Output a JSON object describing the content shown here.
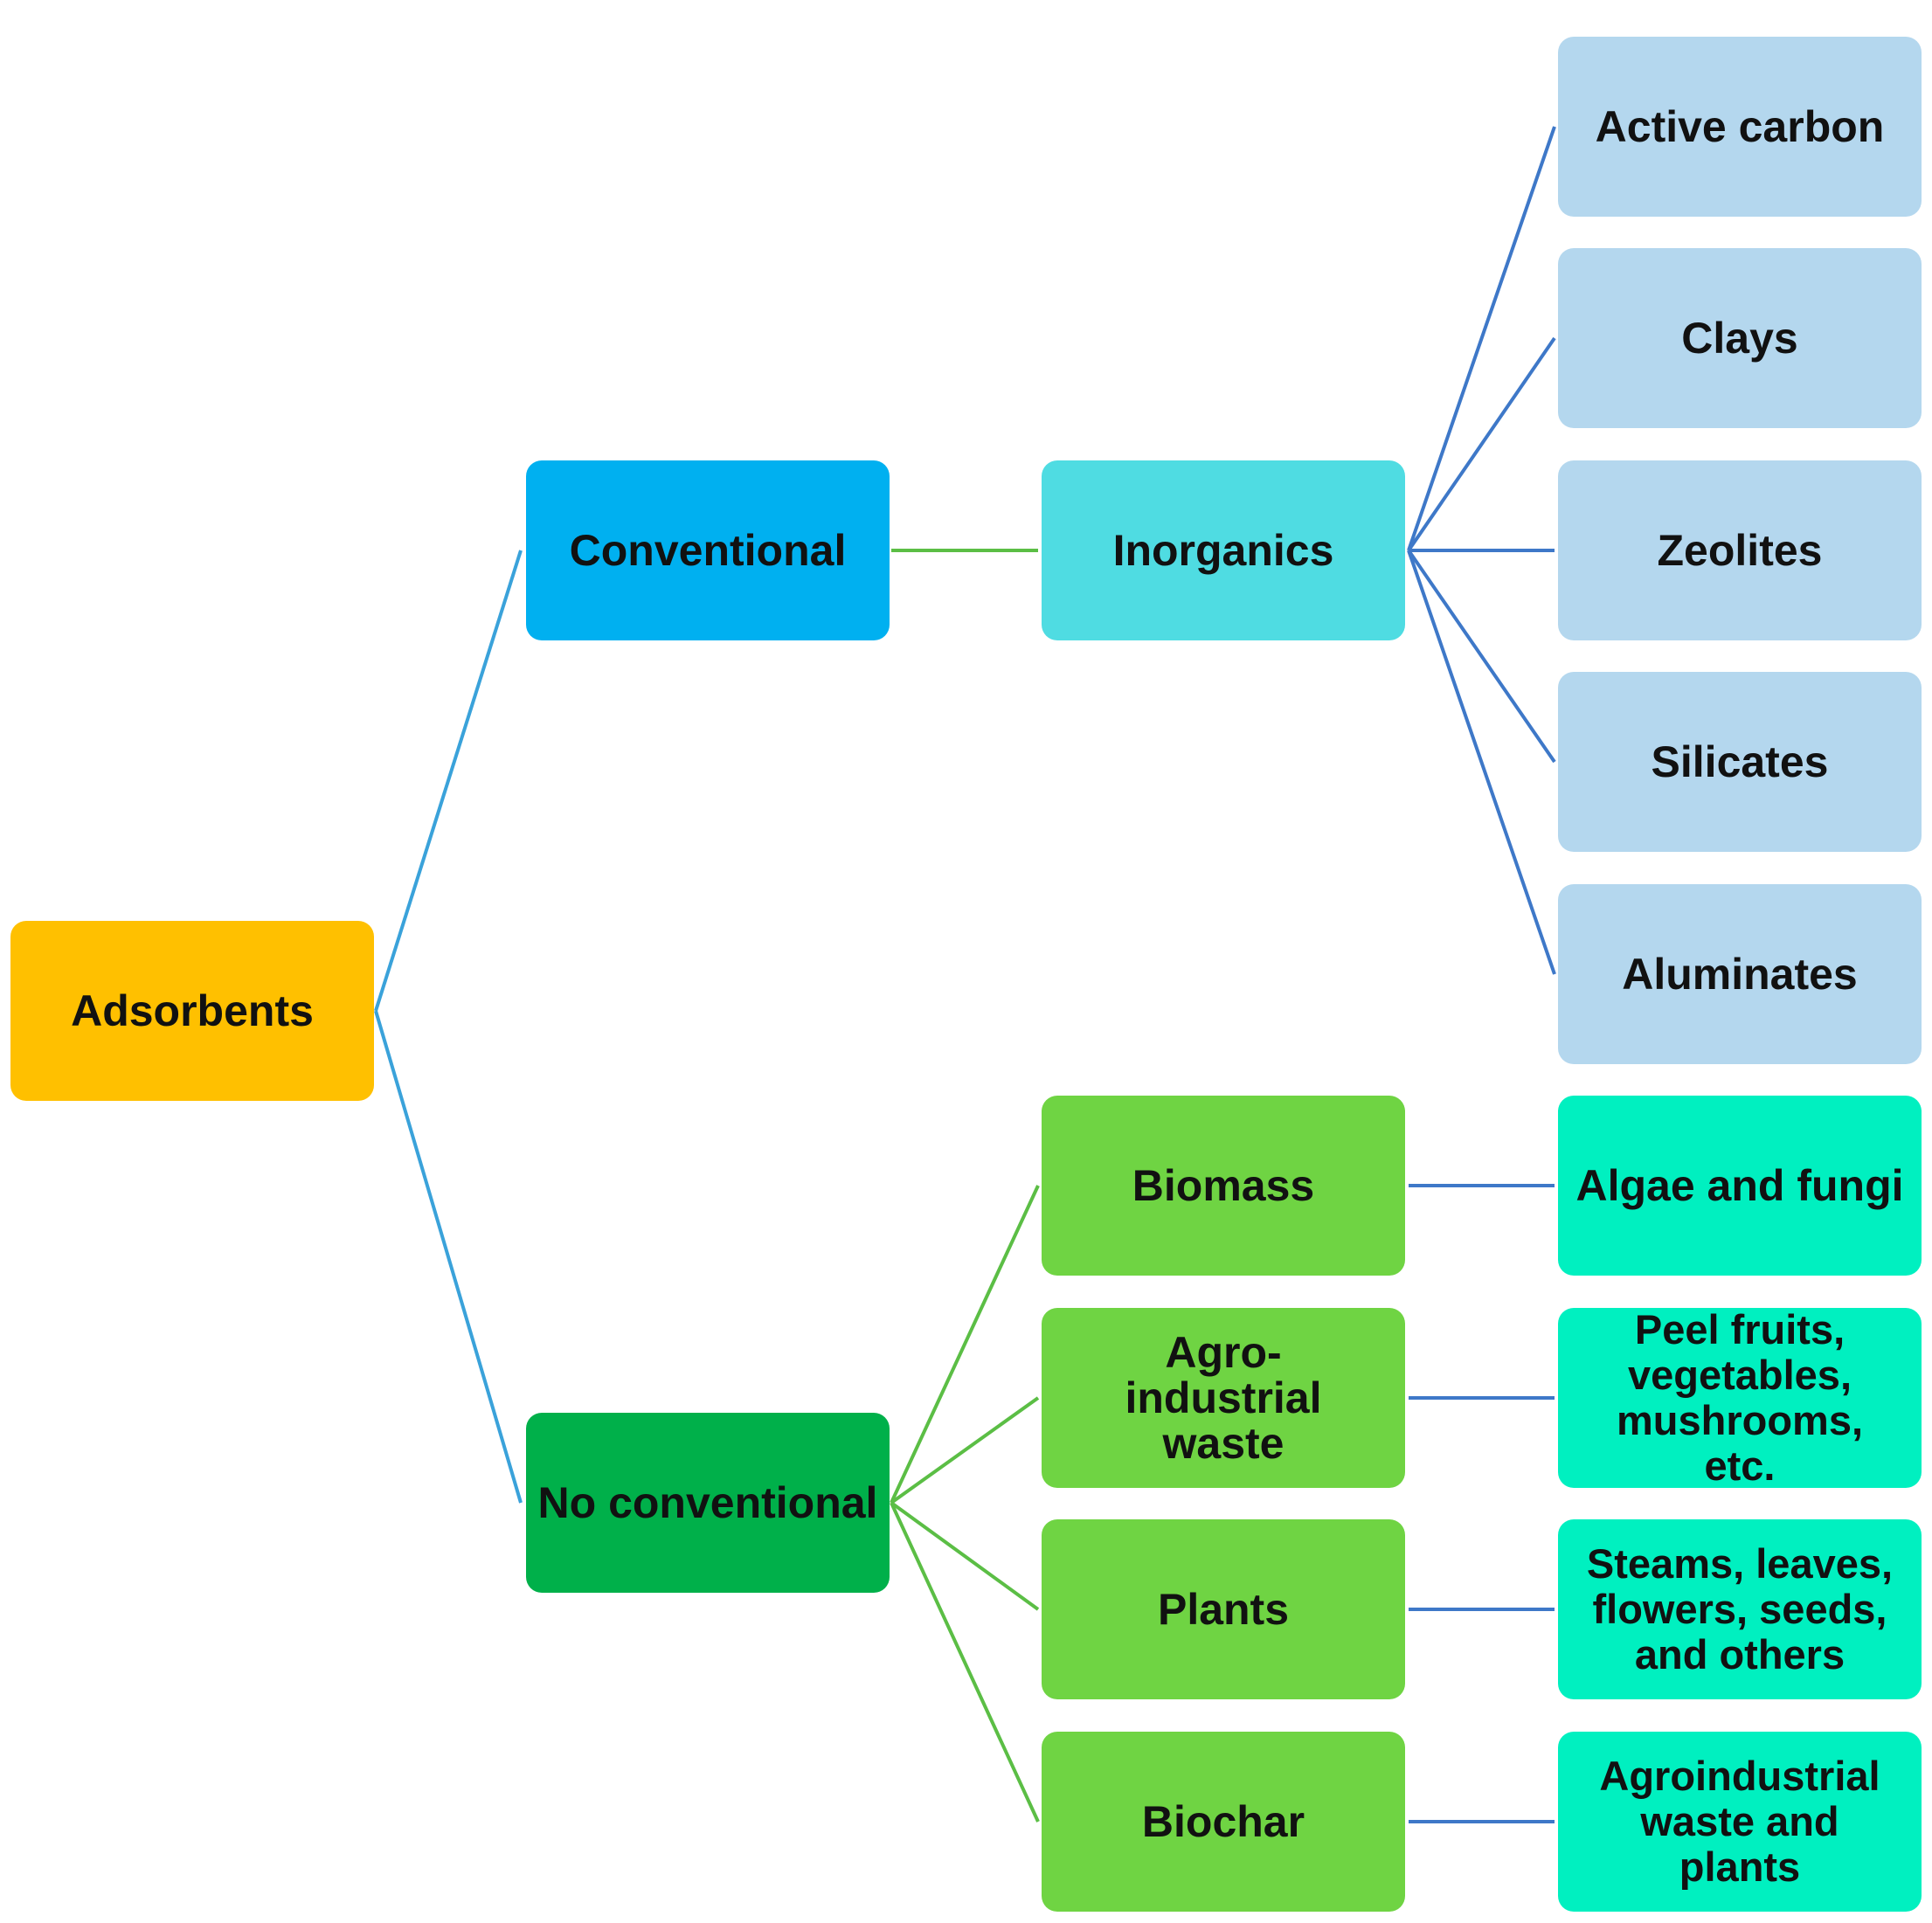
{
  "diagram": {
    "root": {
      "label": "Adsorbents",
      "color": "#FFC000"
    },
    "conventional": {
      "label": "Conventional",
      "color": "#00B0F0",
      "inorganics": {
        "label": "Inorganics",
        "color": "#4FDCE2",
        "items": [
          {
            "label": "Active carbon"
          },
          {
            "label": "Clays"
          },
          {
            "label": "Zeolites"
          },
          {
            "label": "Silicates"
          },
          {
            "label": "Aluminates"
          }
        ],
        "item_color": "#B4D7EE"
      }
    },
    "no_conventional": {
      "label": "No conventional",
      "color": "#00B04A",
      "categories": [
        {
          "label": "Biomass",
          "example": "Algae and fungi"
        },
        {
          "label": "Agro-industrial waste",
          "example": "Peel fruits, vegetables, mushrooms, etc."
        },
        {
          "label": "Plants",
          "example": "Steams, leaves, flowers, seeds, and others"
        },
        {
          "label": "Biochar",
          "example": "Agroindustrial waste and plants"
        }
      ],
      "category_color": "#6FD443",
      "example_color": "#00F0C0"
    },
    "line_colors": {
      "root": "#3AA2DA",
      "green": "#5BBE45",
      "blue": "#3E78C8"
    }
  }
}
